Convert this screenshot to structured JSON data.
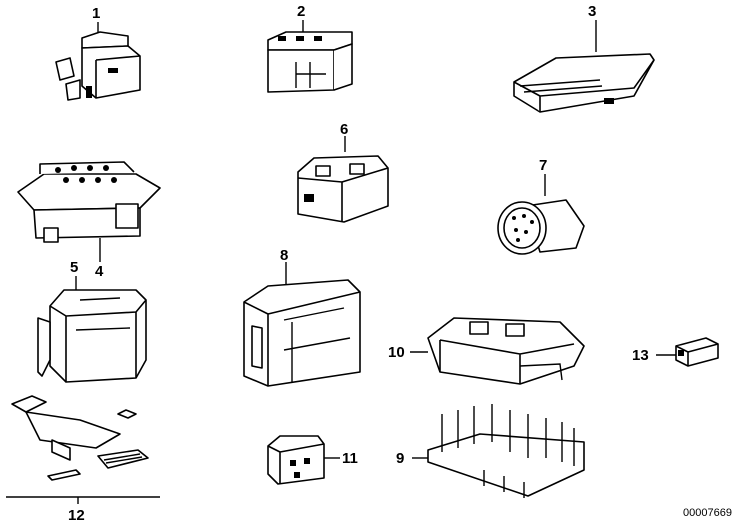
{
  "parts": [
    {
      "label": "1"
    },
    {
      "label": "2"
    },
    {
      "label": "3"
    },
    {
      "label": "4"
    },
    {
      "label": "5"
    },
    {
      "label": "6"
    },
    {
      "label": "7"
    },
    {
      "label": "8"
    },
    {
      "label": "9"
    },
    {
      "label": "10"
    },
    {
      "label": "11"
    },
    {
      "label": "12"
    },
    {
      "label": "13"
    }
  ],
  "reference_number": "00007669"
}
